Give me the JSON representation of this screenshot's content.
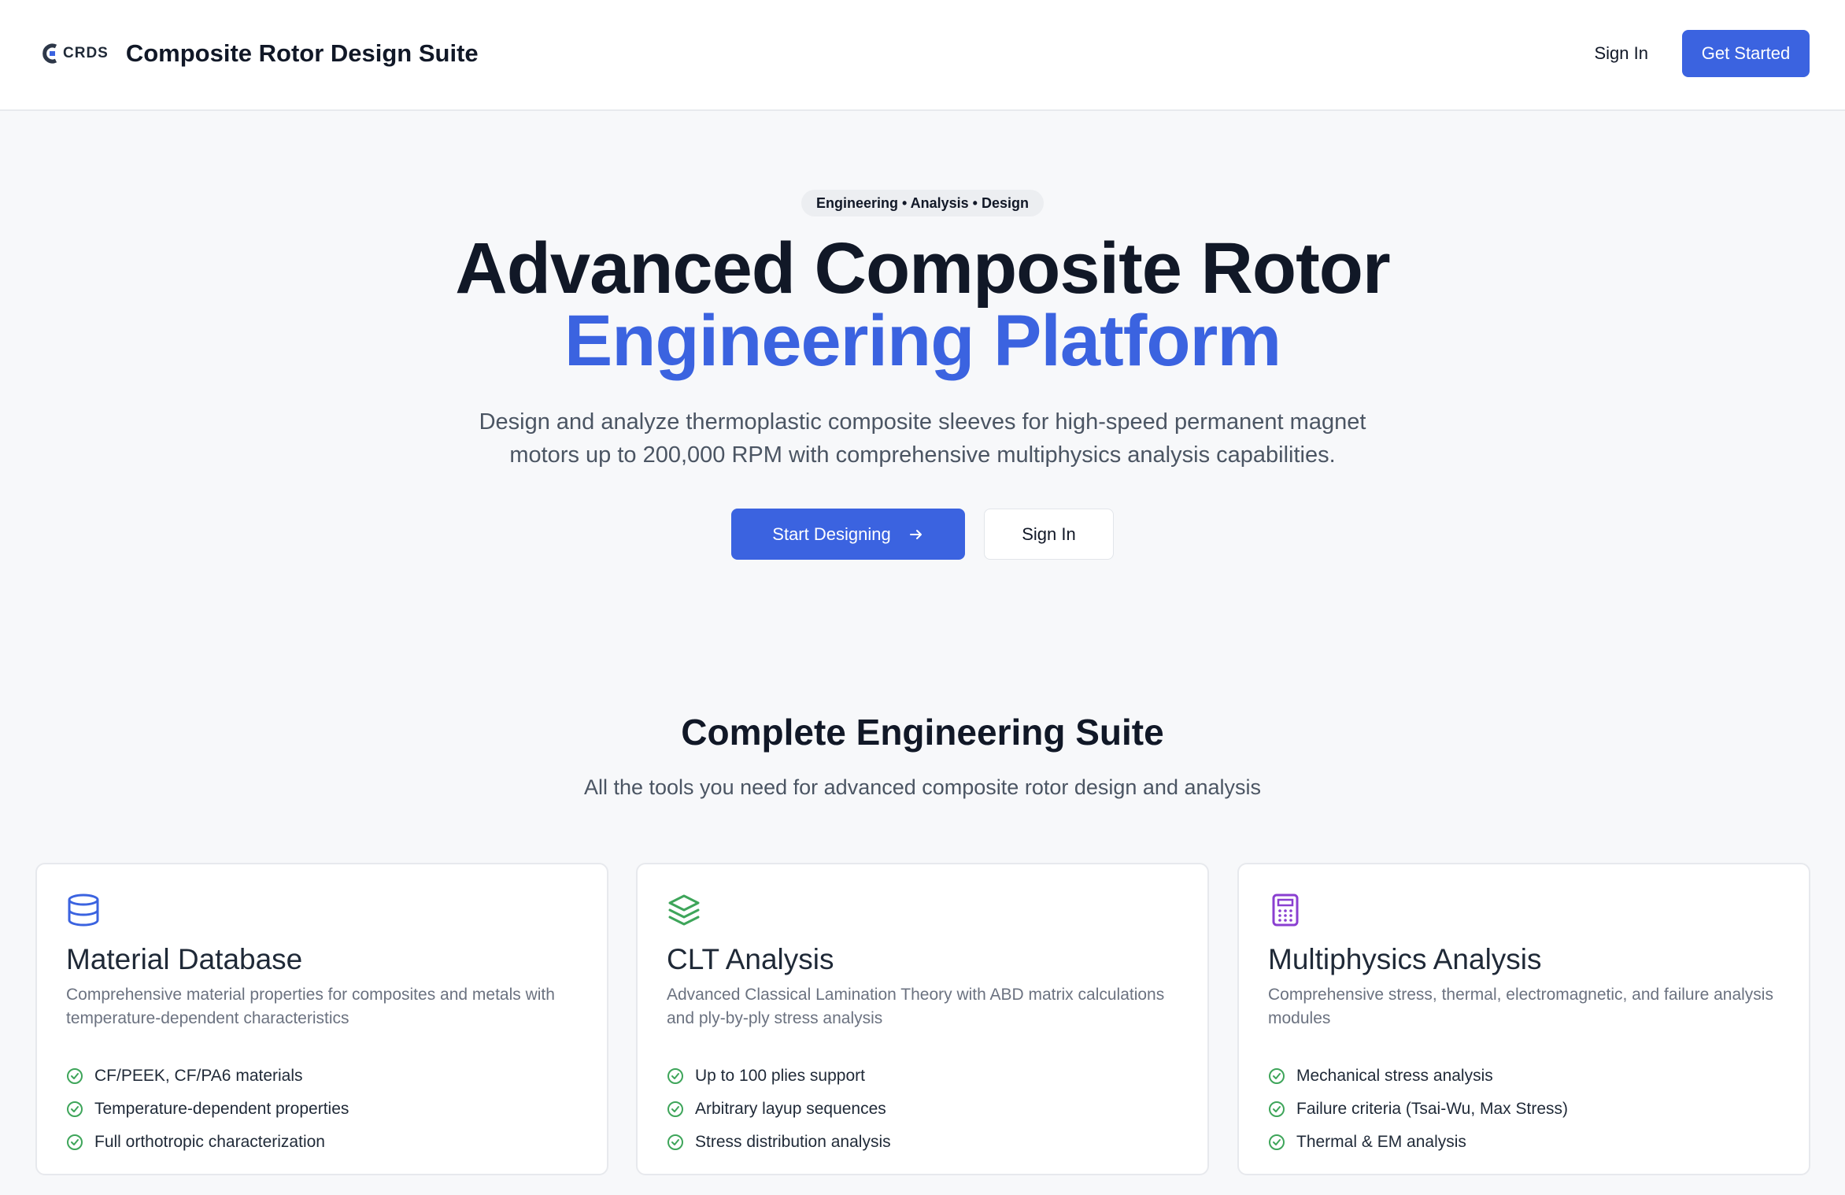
{
  "header": {
    "logo_text": "CRDS",
    "app_title": "Composite Rotor Design Suite",
    "sign_in": "Sign In",
    "get_started": "Get Started"
  },
  "hero": {
    "badge": "Engineering • Analysis • Design",
    "title_line1": "Advanced Composite Rotor",
    "title_line2": "Engineering Platform",
    "subtitle": "Design and analyze thermoplastic composite sleeves for high-speed permanent magnet motors up to 200,000 RPM with comprehensive multiphysics analysis capabilities.",
    "start_designing": "Start Designing",
    "sign_in": "Sign In"
  },
  "suite": {
    "title": "Complete Engineering Suite",
    "subtitle": "All the tools you need for advanced composite rotor design and analysis"
  },
  "cards": [
    {
      "icon": "database-icon",
      "icon_color": "#3b63e0",
      "title": "Material Database",
      "description": "Comprehensive material properties for composites and metals with temperature-dependent characteristics",
      "features": [
        "CF/PEEK, CF/PA6 materials",
        "Temperature-dependent properties",
        "Full orthotropic characterization"
      ]
    },
    {
      "icon": "layers-icon",
      "icon_color": "#3ea55a",
      "title": "CLT Analysis",
      "description": "Advanced Classical Lamination Theory with ABD matrix calculations and ply-by-ply stress analysis",
      "features": [
        "Up to 100 plies support",
        "Arbitrary layup sequences",
        "Stress distribution analysis"
      ]
    },
    {
      "icon": "calculator-icon",
      "icon_color": "#8a3fd1",
      "title": "Multiphysics Analysis",
      "description": "Comprehensive stress, thermal, electromagnetic, and failure analysis modules",
      "features": [
        "Mechanical stress analysis",
        "Failure criteria (Tsai-Wu, Max Stress)",
        "Thermal & EM analysis"
      ]
    }
  ],
  "colors": {
    "accent": "#3b63e0",
    "check": "#3ea55a"
  }
}
